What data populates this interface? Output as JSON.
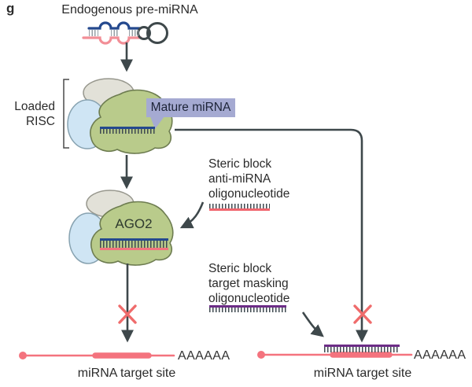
{
  "figure": {
    "panel_label": "g",
    "title": "Endogenous pre-miRNA",
    "loaded_risc": {
      "line1": "Loaded",
      "line2": "RISC"
    },
    "mature_mirna_label": "Mature miRNA",
    "ago2_label": "AGO2",
    "anti_mir": {
      "line1": "Steric block",
      "line2": "anti-miRNA",
      "line3": "oligonucleotide"
    },
    "target_mask": {
      "line1": "Steric block",
      "line2": "target masking",
      "line3": "oligonucleotide"
    },
    "left_mrna": {
      "polya": "AAAAAA",
      "label": "miRNA target site"
    },
    "right_mrna": {
      "polya": "AAAAAA",
      "label": "miRNA target site"
    },
    "colors": {
      "arrow_dark": "#3e484b",
      "mrna_pink": "#f4737e",
      "hairpin_pink": "#f28e96",
      "mirna_blue": "#24498e",
      "oligo_red": "#f0666f",
      "oligo_purple": "#6d2d87",
      "blocked_x_red": "#ef6b6b",
      "ago_green_fill": "#b9cb8b",
      "ago_green_stroke": "#6d7c50",
      "accessory_gray_fill": "#e2e1d8",
      "accessory_gray_stroke": "#97978d",
      "accessory_blue_fill": "#cfe5f4",
      "accessory_blue_stroke": "#87a2b0",
      "label_lavender": "#a5aad2"
    }
  }
}
